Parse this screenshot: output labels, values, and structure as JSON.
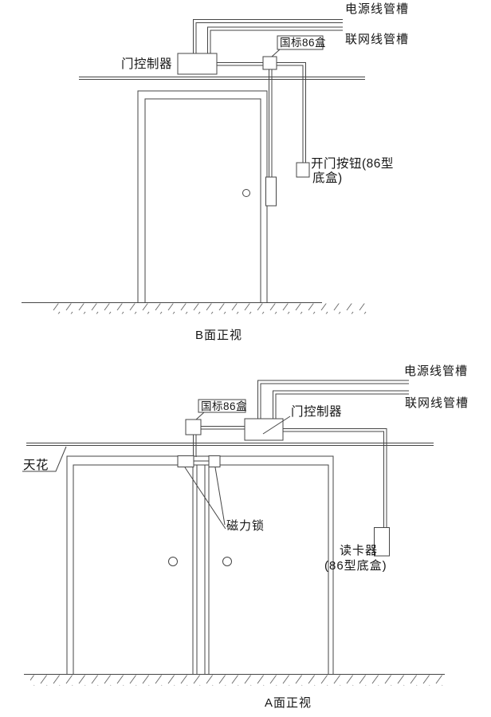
{
  "colors": {
    "line": "#454545",
    "hatch": "#6e6e6e",
    "text": "#161616",
    "background": "#ffffff"
  },
  "view_b": {
    "power_conduit_label": "电源线管槽",
    "network_conduit_label": "联网线管槽",
    "box86_label": "国标86盒",
    "controller_label": "门控制器",
    "exit_button_label_line1": "开门按钮(86型",
    "exit_button_label_line2": "底盒)",
    "caption": "B面正视"
  },
  "view_a": {
    "power_conduit_label": "电源线管槽",
    "network_conduit_label": "联网线管槽",
    "box86_label": "国标86盒",
    "controller_label": "门控制器",
    "ceiling_label": "天花",
    "maglock_label": "磁力锁",
    "reader_label_line1": "读卡器",
    "reader_label_line2": "(86型底盒)",
    "caption": "A面正视"
  }
}
